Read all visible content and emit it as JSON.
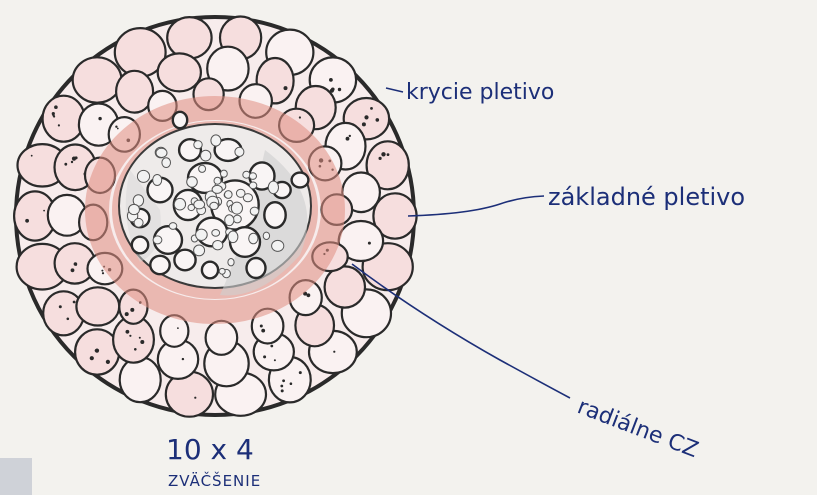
{
  "labels": {
    "krycie": "krycie pletivo",
    "zakladne": "základné pletivo",
    "radialne": "radiálne CZ",
    "magnification": "10 x 4",
    "zvacsenie": "ZVÄČŠENIE"
  },
  "colors": {
    "paper": "#f3f2ee",
    "ink": "#1c2f78",
    "pencil": "#2a2a2a",
    "red_pencil": "#d9796b",
    "cell_fill": "#f6dede"
  }
}
